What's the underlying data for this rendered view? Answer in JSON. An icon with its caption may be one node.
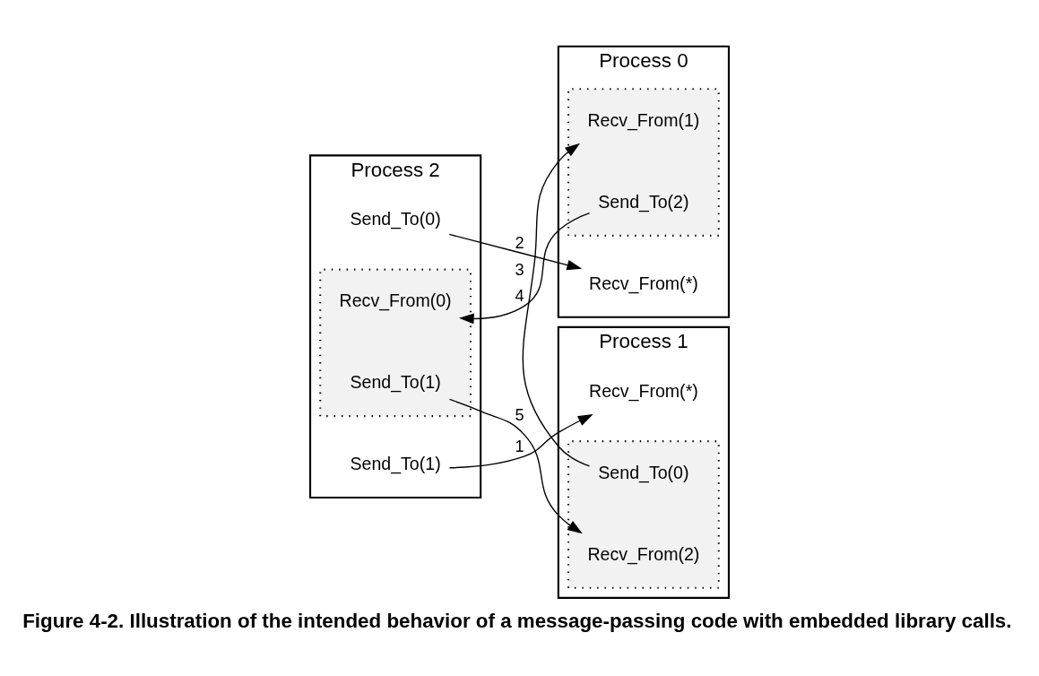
{
  "diagram": {
    "caption": "Figure 4-2. Illustration of the intended behavior of a message-passing code with embedded library calls.",
    "nodes": [
      {
        "text": [
          "Process 0"
        ]
      },
      {
        "text": [
          "Recv_From(*)"
        ],
        "in": 0
      },
      {
        "text": [],
        "shape": "box",
        "in": 0
      },
      {
        "text": [
          "Recv_From(1)"
        ],
        "in": 2
      },
      {
        "text": [
          "Send_To(2)"
        ],
        "in": 2
      },
      {
        "text": [
          "Process 2"
        ]
      },
      {
        "text": [
          "Send_To(1)"
        ],
        "in": 5
      },
      {
        "text": [
          "Send_To(0)"
        ],
        "in": 5
      },
      {
        "text": [],
        "shape": "box",
        "in": 5
      },
      {
        "text": [
          "Recv_From(0)"
        ],
        "in": 8
      },
      {
        "text": [
          "Send_To(1)"
        ],
        "in": 8
      },
      {
        "text": [
          "Process 1"
        ]
      },
      {
        "text": [
          "Recv_From(*)"
        ],
        "in": 11
      },
      {
        "text": [],
        "shape": "box",
        "in": 11
      },
      {
        "text": [
          "Send_To(0)"
        ],
        "in": 13
      },
      {
        "text": [
          "Recv_From(2)"
        ],
        "in": 13
      }
    ],
    "edges": [
      {
        "from": 6,
        "to": 12,
        "arrow": "to",
        "label": "1"
      },
      {
        "from": 7,
        "to": 1,
        "arrow": "to",
        "label": "2"
      },
      {
        "from": 14,
        "to": 3,
        "arrow": "to",
        "label": "3"
      },
      {
        "from": 4,
        "to": 9,
        "arrow": "to",
        "label": "4"
      },
      {
        "from": 10,
        "to": 15,
        "arrow": "to",
        "label": "5"
      }
    ]
  }
}
